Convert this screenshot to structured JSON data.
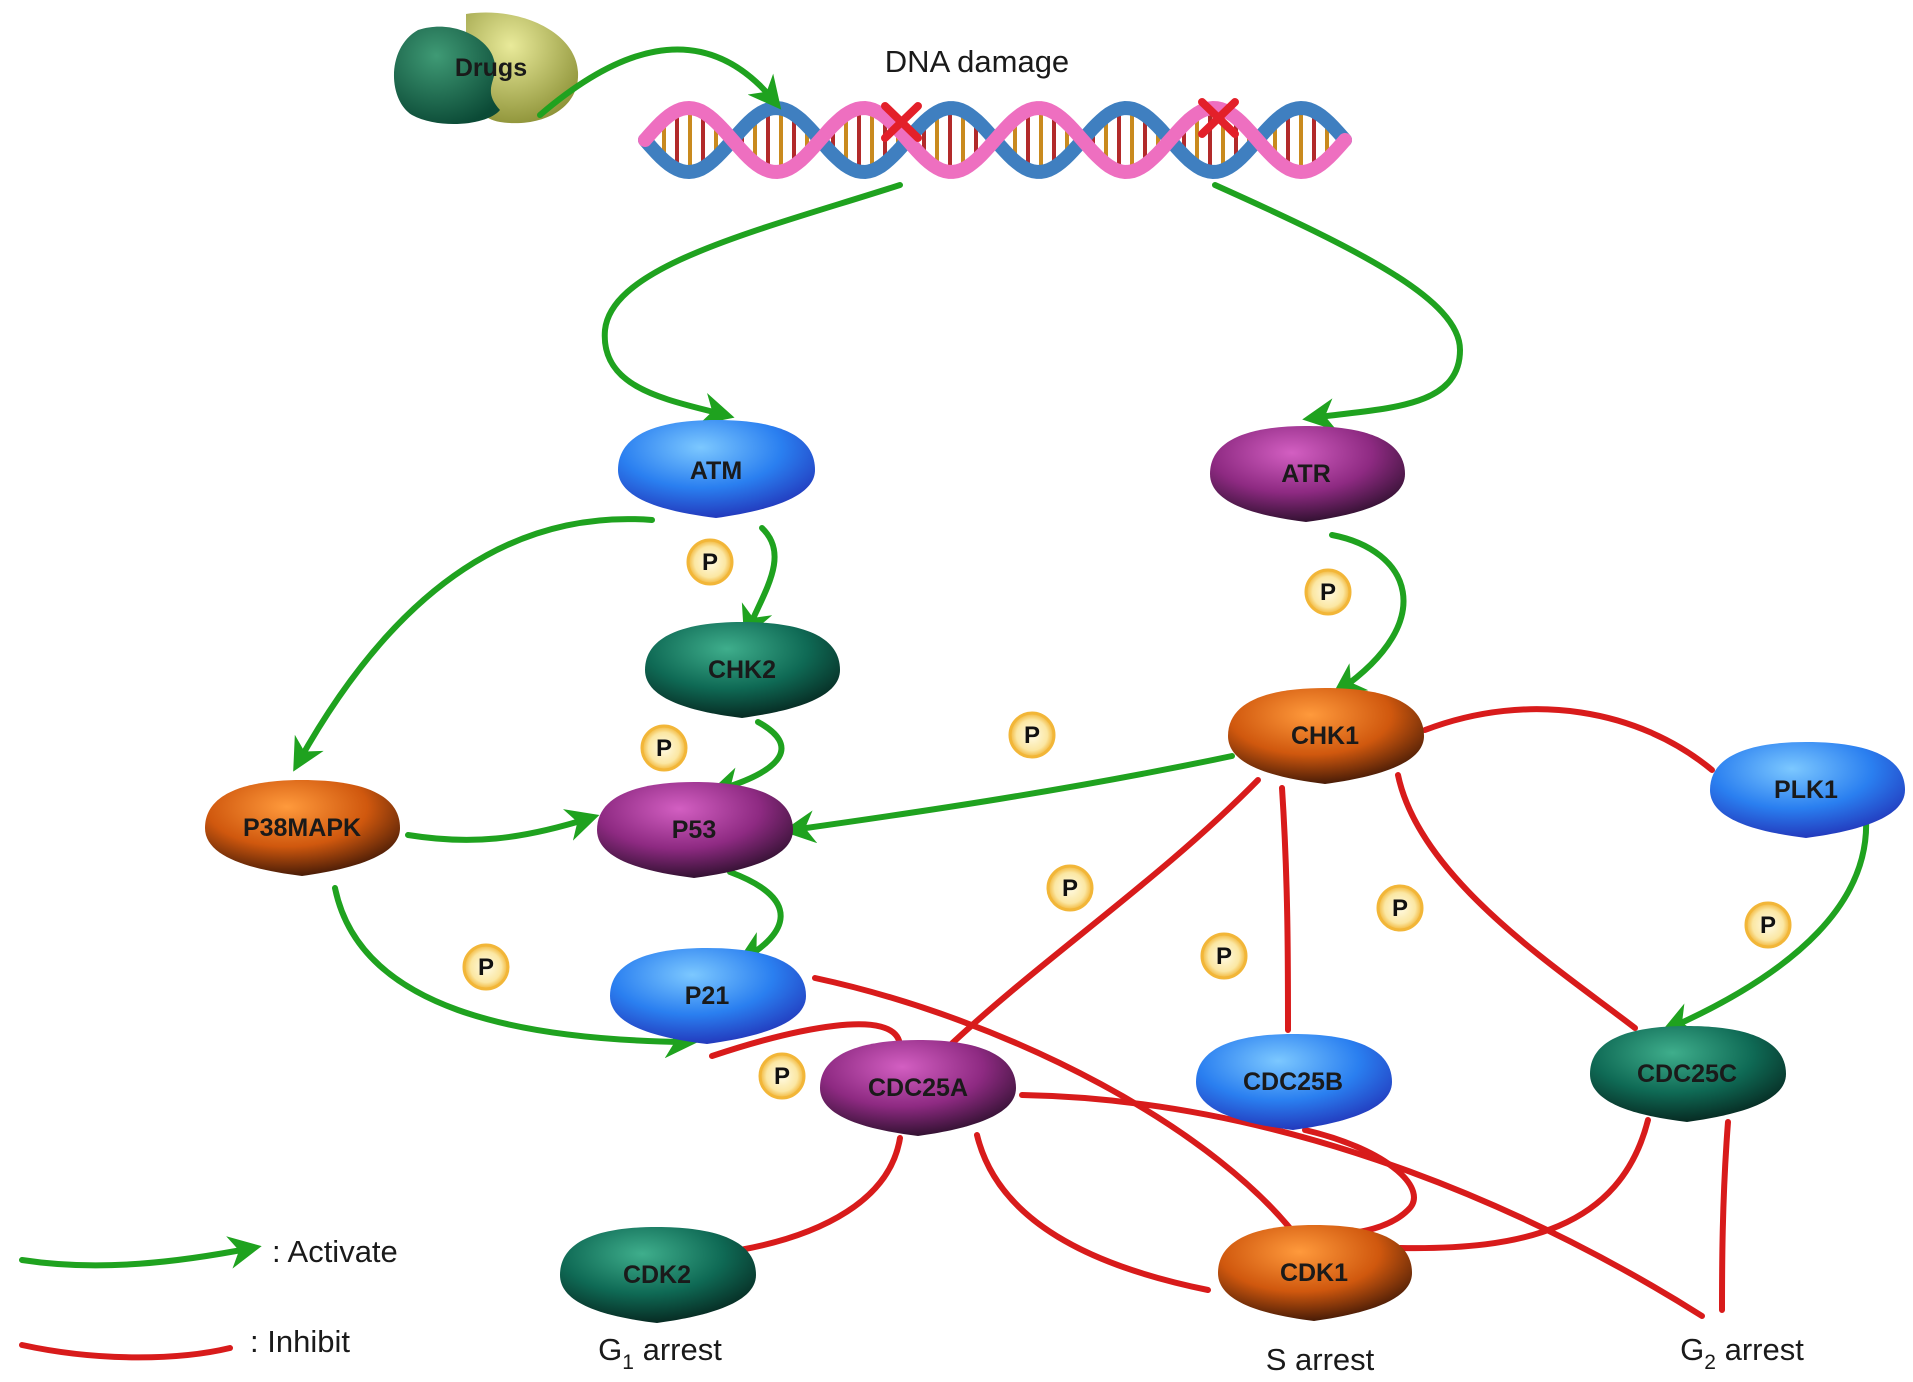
{
  "diagram": {
    "title": "DNA damage",
    "drugs_label": "Drugs",
    "nodes": {
      "atm": "ATM",
      "atr": "ATR",
      "chk2": "CHK2",
      "chk1": "CHK1",
      "p38mapk": "P38MAPK",
      "p53": "P53",
      "plk1": "PLK1",
      "p21": "P21",
      "cdc25a": "CDC25A",
      "cdc25b": "CDC25B",
      "cdc25c": "CDC25C",
      "cdk2": "CDK2",
      "cdk1": "CDK1"
    },
    "phospho_label": "P",
    "arrest": {
      "g1_letter": "G",
      "g1_sub": "1",
      "g1_word": " arrest",
      "s": "S arrest",
      "g2_letter": "G",
      "g2_sub": "2",
      "g2_word": " arrest"
    },
    "legend": {
      "activate": ": Activate",
      "inhibit": ": Inhibit"
    },
    "colors": {
      "activate": "#1fa21f",
      "inhibit": "#d81b1b",
      "blue": "#2a7ff0",
      "purple": "#8e2a82",
      "teal": "#0f6a55",
      "orange": "#d0580e",
      "phospho_fill": "#fbe7a3",
      "phospho_ring": "#f2b638"
    }
  }
}
